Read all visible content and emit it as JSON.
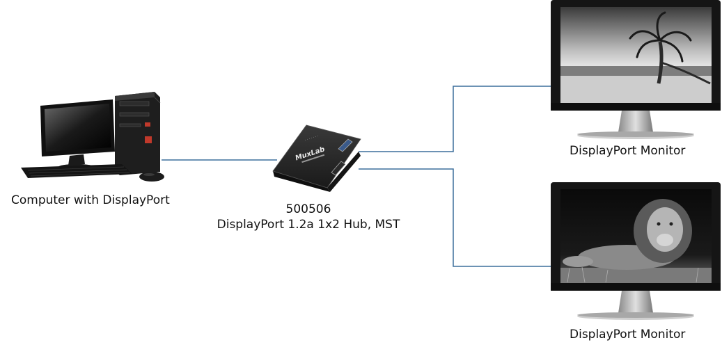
{
  "nodes": {
    "computer": {
      "label": "Computer with DisplayPort",
      "icon": "desktop-computer-icon"
    },
    "hub": {
      "model": "500506",
      "description": "DisplayPort 1.2a 1x2 Hub, MST",
      "brand": "MuxLab",
      "icon": "displayport-hub-icon"
    },
    "monitor_top": {
      "label": "DisplayPort Monitor",
      "icon": "monitor-palm-beach-icon"
    },
    "monitor_bottom": {
      "label": "DisplayPort Monitor",
      "icon": "monitor-lion-icon"
    }
  },
  "colors": {
    "connector": "#3c6e9c",
    "device_dark": "#1c1c1c",
    "accent_red": "#c0392b"
  }
}
